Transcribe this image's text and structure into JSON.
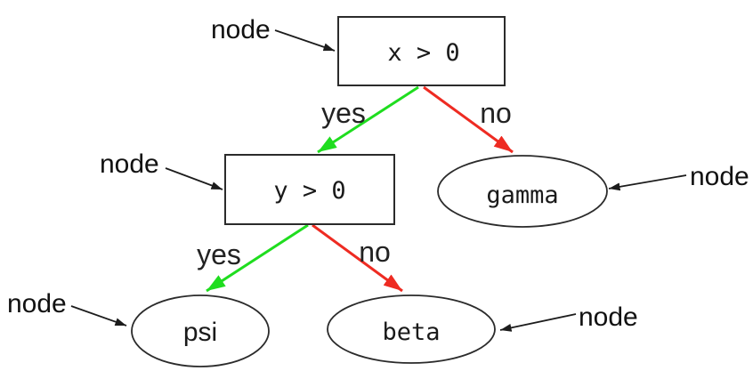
{
  "diagram": {
    "type": "decision-tree",
    "background": "#ffffff",
    "colors": {
      "yes_edge": "#1fdd1f",
      "no_edge": "#ee2b22",
      "annotation": "#1c1c1c"
    },
    "nodes": [
      {
        "id": "root",
        "shape": "rect",
        "label": "x > 0"
      },
      {
        "id": "left-decision",
        "shape": "rect",
        "label": "y > 0"
      },
      {
        "id": "gamma",
        "shape": "ellipse",
        "label": "gamma"
      },
      {
        "id": "psi",
        "shape": "ellipse",
        "label": "psi"
      },
      {
        "id": "beta",
        "shape": "ellipse",
        "label": "beta"
      }
    ],
    "edges": [
      {
        "from": "x > 0",
        "to": "y > 0",
        "label": "yes",
        "color": "green"
      },
      {
        "from": "x > 0",
        "to": "gamma",
        "label": "no",
        "color": "red"
      },
      {
        "from": "y > 0",
        "to": "psi",
        "label": "yes",
        "color": "green"
      },
      {
        "from": "y > 0",
        "to": "beta",
        "label": "no",
        "color": "red"
      }
    ],
    "annotations": [
      {
        "label": "node",
        "points_to": "root"
      },
      {
        "label": "node",
        "points_to": "left-decision"
      },
      {
        "label": "node",
        "points_to": "gamma"
      },
      {
        "label": "node",
        "points_to": "psi"
      },
      {
        "label": "node",
        "points_to": "beta"
      }
    ]
  }
}
